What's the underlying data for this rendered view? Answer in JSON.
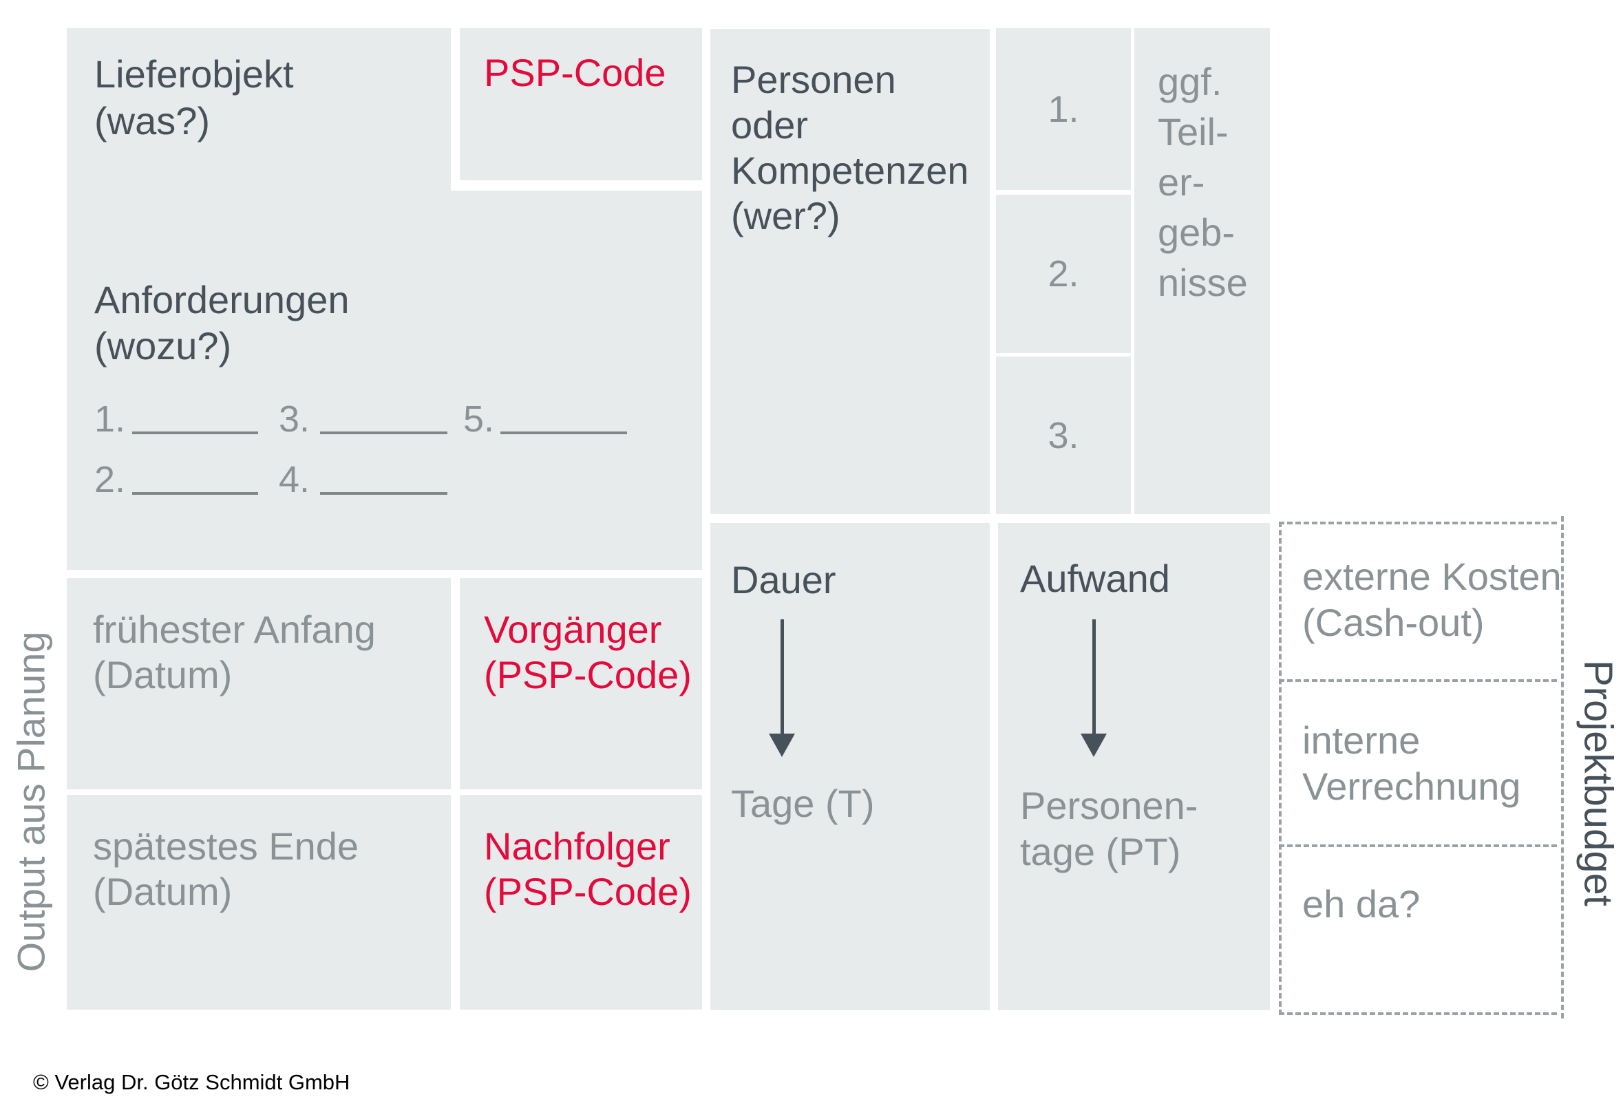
{
  "colors": {
    "background": "#ffffff",
    "box_fill": "#e8ebec",
    "dark_text": "#46515a",
    "gray_text": "#8a9296",
    "red_text": "#e30a3c",
    "underline_gray": "#7f878c",
    "dashed_border": "#9aa2a6",
    "copyright_text": "#000000"
  },
  "side_labels": {
    "left": "Output aus Planung",
    "right": "Projektbudget"
  },
  "deliverable": {
    "title": "Lieferobjekt",
    "question": "(was?)"
  },
  "psp_code_label": "PSP-Code",
  "requirements": {
    "title": "Anforderungen",
    "question": "(wozu?)",
    "row1": [
      "1.",
      "3.",
      "5."
    ],
    "row2": [
      "2.",
      "4."
    ]
  },
  "earliest_start": {
    "line1": "frühester Anfang",
    "line2": "(Datum)"
  },
  "predecessor": {
    "line1": "Vorgänger",
    "line2": "(PSP-Code)"
  },
  "latest_end": {
    "line1": "spätestes Ende",
    "line2": "(Datum)"
  },
  "successor": {
    "line1": "Nachfolger",
    "line2": "(PSP-Code)"
  },
  "persons": {
    "line1": "Personen",
    "line2": "oder",
    "line3": "Kompetenzen",
    "line4": "(wer?)"
  },
  "partial_results": {
    "item1": "1.",
    "item2": "2.",
    "item3": "3.",
    "label": {
      "line1": "ggf.",
      "line2": "Teil-",
      "line3": "er-",
      "line4": "geb-",
      "line5": "nisse"
    }
  },
  "duration": {
    "title": "Dauer",
    "unit": "Tage (T)"
  },
  "effort": {
    "title": "Aufwand",
    "unit_line1": "Personen-",
    "unit_line2": "tage (PT)"
  },
  "project_budget": {
    "section1": {
      "line1": "externe Kosten",
      "line2": "(Cash-out)"
    },
    "section2": {
      "line1": "interne",
      "line2": "Verrechnung"
    },
    "section3": {
      "line1": "eh da?"
    }
  },
  "copyright": "© Verlag Dr. Götz Schmidt GmbH"
}
